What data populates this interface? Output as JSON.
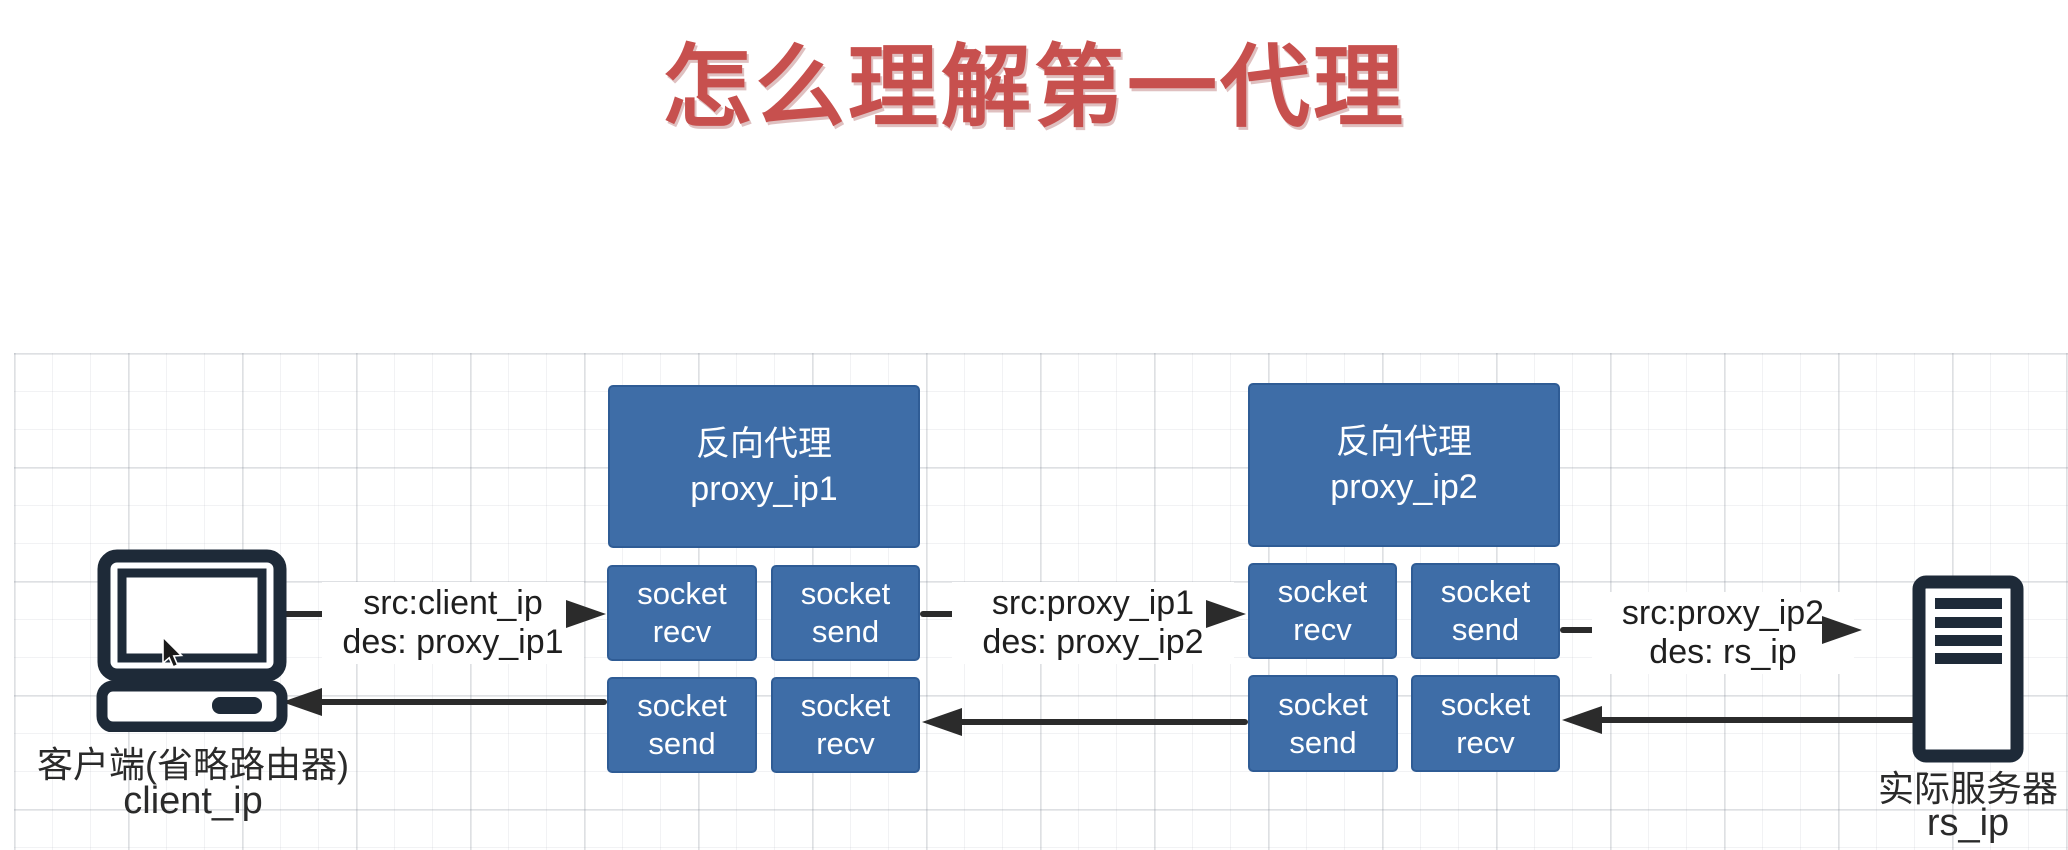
{
  "title": "怎么理解第一代理",
  "client": {
    "name": "客户端(省略路由器)",
    "ip": "client_ip"
  },
  "server": {
    "name": "实际服务器",
    "ip": "rs_ip"
  },
  "proxies": [
    {
      "role": "反向代理",
      "ip": "proxy_ip1",
      "sockets": {
        "in_recv": {
          "l1": "socket",
          "l2": "recv"
        },
        "out_send": {
          "l1": "socket",
          "l2": "send"
        },
        "back_send": {
          "l1": "socket",
          "l2": "send"
        },
        "back_recv": {
          "l1": "socket",
          "l2": "recv"
        }
      }
    },
    {
      "role": "反向代理",
      "ip": "proxy_ip2",
      "sockets": {
        "in_recv": {
          "l1": "socket",
          "l2": "recv"
        },
        "out_send": {
          "l1": "socket",
          "l2": "send"
        },
        "back_send": {
          "l1": "socket",
          "l2": "send"
        },
        "back_recv": {
          "l1": "socket",
          "l2": "recv"
        }
      }
    }
  ],
  "arrow_labels": {
    "client_to_proxy1": {
      "line1": "src:client_ip",
      "line2": "des: proxy_ip1"
    },
    "proxy1_to_proxy2": {
      "line1": "src:proxy_ip1",
      "line2": "des: proxy_ip2"
    },
    "proxy2_to_server": {
      "line1": "src:proxy_ip2",
      "line2": "des: rs_ip"
    }
  },
  "colors": {
    "title_red": "#c7504e",
    "box_blue": "#3e6da7",
    "box_blue_border": "#2f5c95",
    "icon_navy": "#1e2a38",
    "arrow_black": "#2b2b2b",
    "grid_line": "#e4e6ea"
  }
}
